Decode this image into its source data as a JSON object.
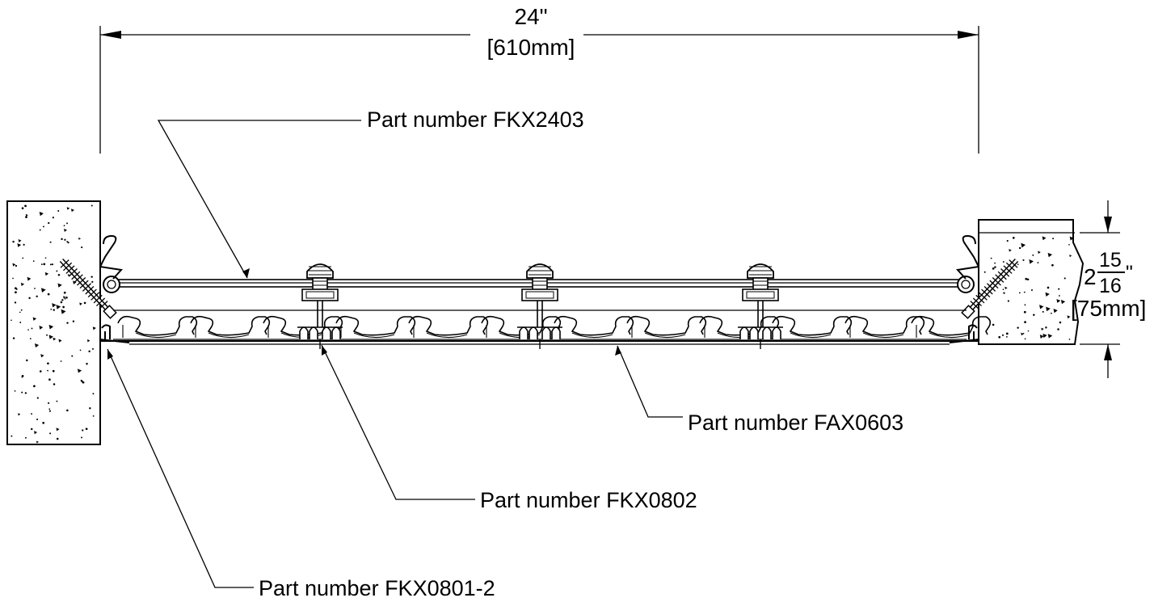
{
  "dimensions": {
    "width_imperial": "24\"",
    "width_metric": "[610mm]",
    "height_whole": "2",
    "height_numerator": "15",
    "height_denominator": "16",
    "height_inch_mark": "\"",
    "height_metric": "[75mm]"
  },
  "callouts": {
    "cover_plate": "Part number FKX2403",
    "insert": "Part number FAX0603",
    "center_rail": "Part number FKX0802",
    "edge_rail": "Part number FKX0801-2"
  }
}
